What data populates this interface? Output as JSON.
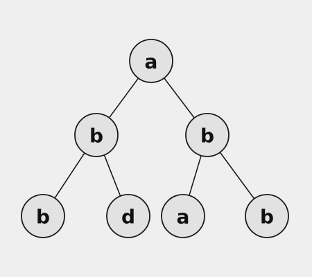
{
  "colors": {
    "background": "#efefef",
    "node_fill": "#e2e2e2",
    "stroke": "#1a1a1a",
    "text": "#111111"
  },
  "tree": {
    "nodes": [
      {
        "id": "root",
        "label": "a"
      },
      {
        "id": "left",
        "label": "b"
      },
      {
        "id": "right",
        "label": "b"
      },
      {
        "id": "left-left",
        "label": "b"
      },
      {
        "id": "left-right",
        "label": "d"
      },
      {
        "id": "right-left",
        "label": "a"
      },
      {
        "id": "right-right",
        "label": "b"
      }
    ],
    "edges": [
      {
        "from": "root",
        "to": "left"
      },
      {
        "from": "root",
        "to": "right"
      },
      {
        "from": "left",
        "to": "left-left"
      },
      {
        "from": "left",
        "to": "left-right"
      },
      {
        "from": "right",
        "to": "right-left"
      },
      {
        "from": "right",
        "to": "right-right"
      }
    ]
  }
}
